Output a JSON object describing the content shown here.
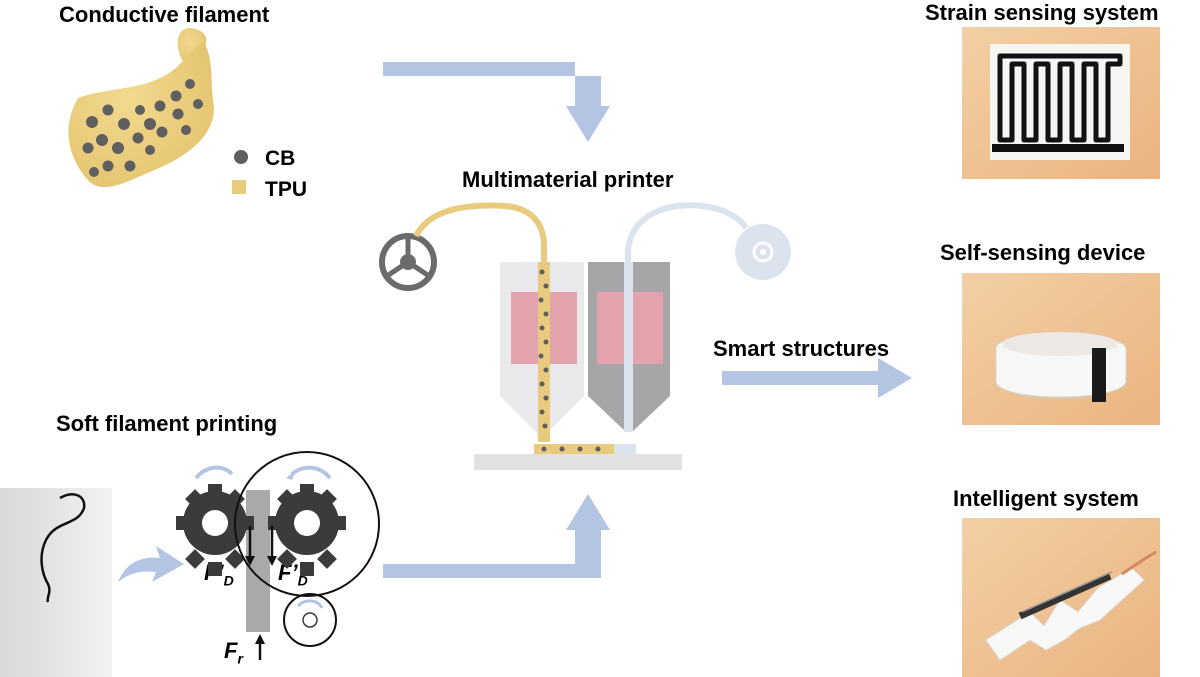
{
  "sections": {
    "filament_title": "Conductive filament",
    "printer_title": "Multimaterial printer",
    "soft_title": "Soft filament printing",
    "smart_label": "Smart structures"
  },
  "legend": {
    "cb": "CB",
    "tpu": "TPU"
  },
  "forces": {
    "fd_left": "F’",
    "fd_left_sub": "D",
    "fd_right": "F’",
    "fd_right_sub": "D",
    "fr": "F",
    "fr_sub": "r"
  },
  "applications": [
    {
      "title": "Strain sensing system"
    },
    {
      "title": "Self-sensing device"
    },
    {
      "title": "Intelligent system"
    }
  ],
  "colors": {
    "arrow": "#b3c5e3",
    "tpu": "#e8cb7e",
    "cb": "#5f5f5f",
    "gear": "#3b3b3b",
    "heater": "#e3a3ad",
    "nozzle_left": "#e9e9eb",
    "nozzle_right": "#a6a6a8",
    "spool_right": "#dbe3ef",
    "photo_bg": "#f0c59a"
  }
}
